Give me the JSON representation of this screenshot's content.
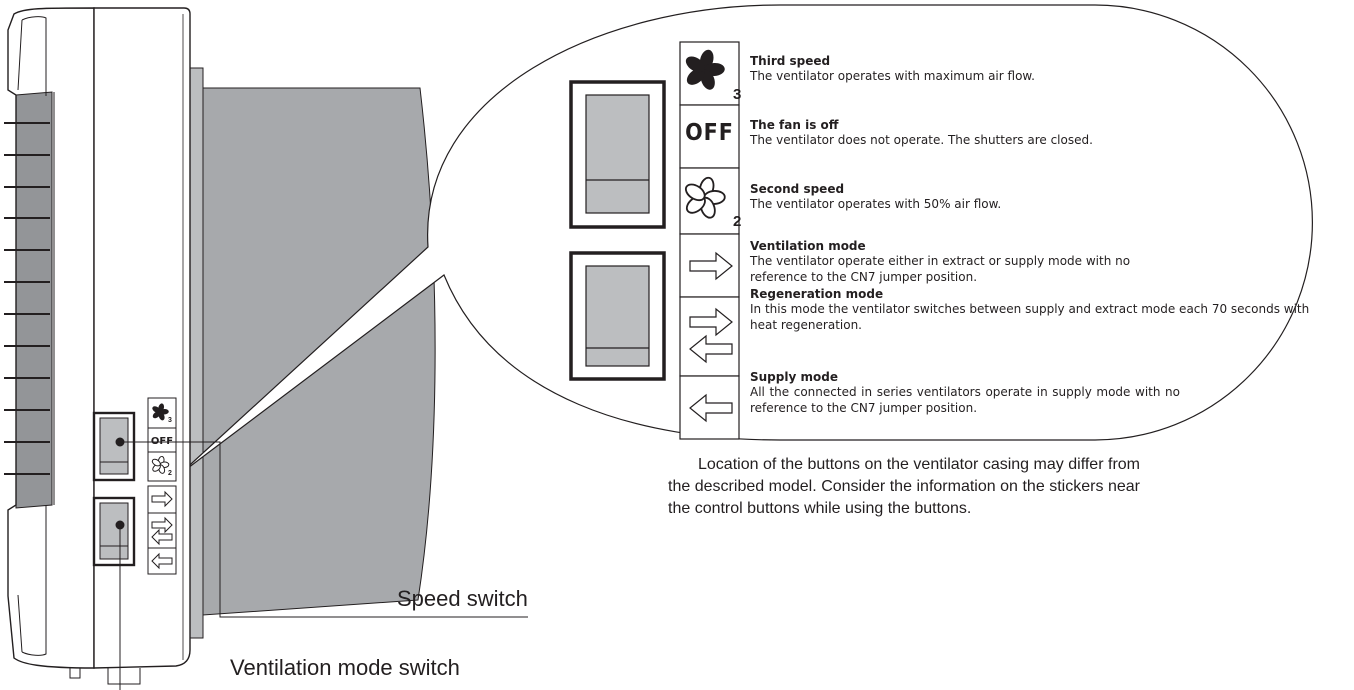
{
  "bubble": {
    "speed_items": [
      {
        "icon": "fan-speed-3-icon",
        "subscript": "3",
        "title": "Third speed",
        "desc": "The ventilator operates with maximum air flow."
      },
      {
        "icon": "off-icon",
        "icon_text": "OFF",
        "title": "The fan is off",
        "desc": "The ventilator does not operate. The shutters are closed."
      },
      {
        "icon": "fan-speed-2-icon",
        "subscript": "2",
        "title": "Second speed",
        "desc": "The ventilator operates with 50% air flow."
      }
    ],
    "mode_items": [
      {
        "icon": "arrow-right-icon",
        "title": "Ventilation mode",
        "desc": "The ventilator operate either in extract or supply mode with no reference to the CN7 jumper position."
      },
      {
        "icon": "arrow-both-icon",
        "title": "Regeneration mode",
        "desc": "In this mode the ventilator switches between supply and extract mode each 70 seconds with heat regeneration."
      },
      {
        "icon": "arrow-left-icon",
        "title": "Supply mode",
        "desc": "All the connected in series ventilators operate in supply mode with no reference to the CN7 jumper position."
      }
    ]
  },
  "note": "Location of the buttons on the ventilator casing may differ from the described model. Consider the information on the stickers near the control buttons while using the buttons.",
  "labels": {
    "speed_switch": "Speed switch",
    "mode_switch": "Ventilation mode switch"
  },
  "panel": {
    "sub3": "3",
    "off": "OFF",
    "sub2": "2"
  }
}
